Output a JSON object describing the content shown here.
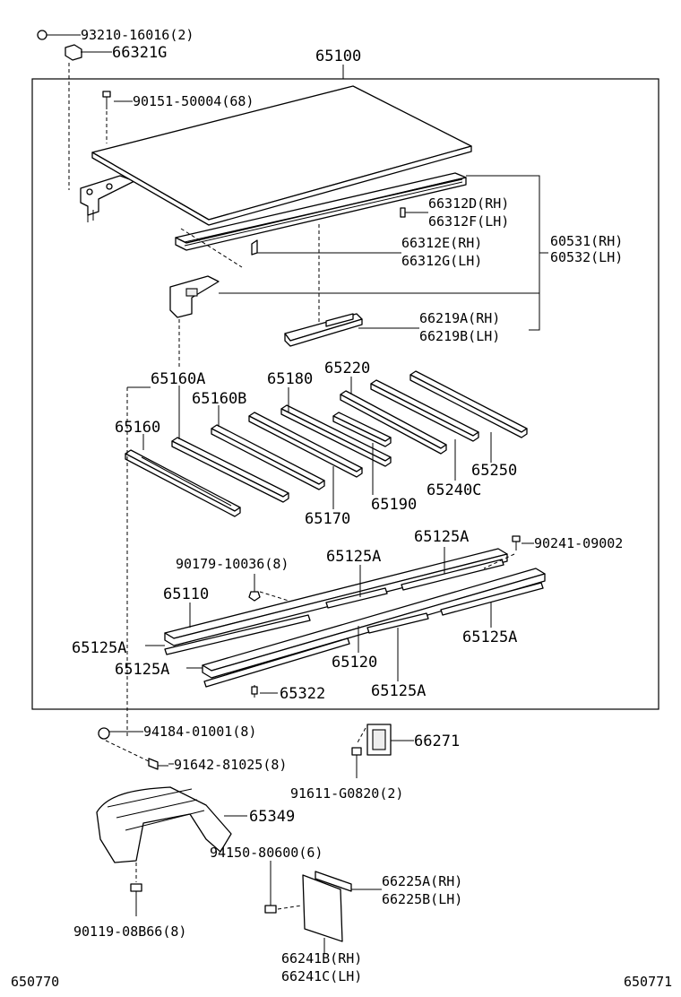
{
  "labels": {
    "bolt_top": "93210-16016(2)",
    "hinge_bracket": "66321G",
    "assembly": "65100",
    "screw_90151": "90151-50004(68)",
    "rail_rh_d": "66312D(RH)",
    "rail_lh_f": "66312F(LH)",
    "rail_rh_e": "66312E(RH)",
    "rail_lh_g": "66312G(LH)",
    "side_rh": "60531(RH)",
    "side_lh": "60532(LH)",
    "plate_rh": "66219A(RH)",
    "plate_lh": "66219B(LH)",
    "m_65160A": "65160A",
    "m_65160B": "65160B",
    "m_65160": "65160",
    "m_65180": "65180",
    "m_65220": "65220",
    "m_65250": "65250",
    "m_65240C": "65240C",
    "m_65190": "65190",
    "m_65170": "65170",
    "s_65125A_1": "65125A",
    "s_65125A_2": "65125A",
    "s_65125A_3": "65125A",
    "s_65125A_4": "65125A",
    "s_65125A_5": "65125A",
    "s_65125A_6": "65125A",
    "bolt_90241": "90241-09002",
    "nut_90179": "90179-10036(8)",
    "sill_65110": "65110",
    "sill_65120": "65120",
    "pin_65322": "65322",
    "nut_94184": "94184-01001(8)",
    "bolt_91642": "91642-81025(8)",
    "bracket_66271": "66271",
    "bolt_91611": "91611-G0820(2)",
    "mudguard": "65349",
    "nut_94150": "94150-80600(6)",
    "flap_bracket_rh": "66225A(RH)",
    "flap_bracket_lh": "66225B(LH)",
    "bolt_90119": "90119-08B66(8)",
    "flap_rh": "66241B(RH)",
    "flap_lh": "66241C(LH)",
    "fig_left": "650770",
    "fig_right": "650771"
  }
}
